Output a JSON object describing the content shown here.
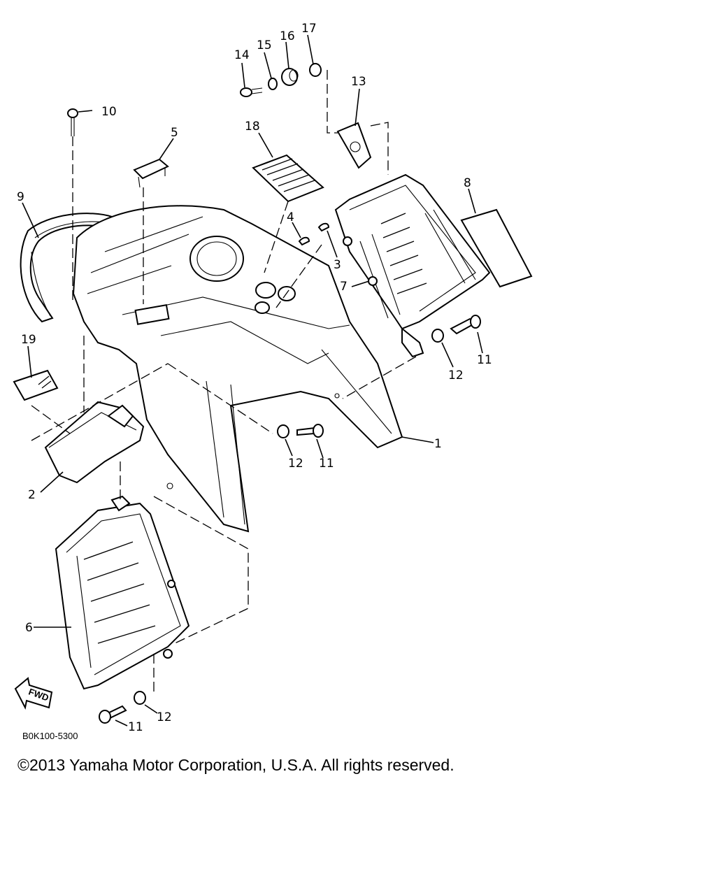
{
  "diagram": {
    "callouts": {
      "n1": "1",
      "n2": "2",
      "n3": "3",
      "n4": "4",
      "n5": "5",
      "n6": "6",
      "n7": "7",
      "n8": "8",
      "n9": "9",
      "n10": "10",
      "n11a": "11",
      "n11b": "11",
      "n11c": "11",
      "n12a": "12",
      "n12b": "12",
      "n12c": "12",
      "n13": "13",
      "n14": "14",
      "n15": "15",
      "n16": "16",
      "n17": "17",
      "n18": "18",
      "n19": "19"
    },
    "fwd_label": "FWD",
    "drawing_code": "B0K100-5300"
  },
  "footer": {
    "copyright": "©2013 Yamaha Motor Corporation, U.S.A. All rights reserved."
  }
}
